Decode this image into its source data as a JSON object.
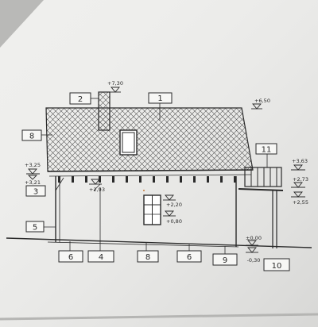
{
  "diagram": {
    "callouts": [
      "1",
      "2",
      "3",
      "4",
      "5",
      "6",
      "6",
      "8",
      "8",
      "9",
      "10",
      "11"
    ],
    "elevations": [
      "+7,30",
      "+6,50",
      "+3,63",
      "+3,25",
      "+3,21",
      "+2,93",
      "+2,73",
      "+2,55",
      "+2,20",
      "+0,80",
      "±0,00",
      "-0,30"
    ]
  },
  "colors": {
    "paper": "#f2f2f0",
    "ink": "#2a2a2a",
    "shadow": "#9a9a98"
  }
}
